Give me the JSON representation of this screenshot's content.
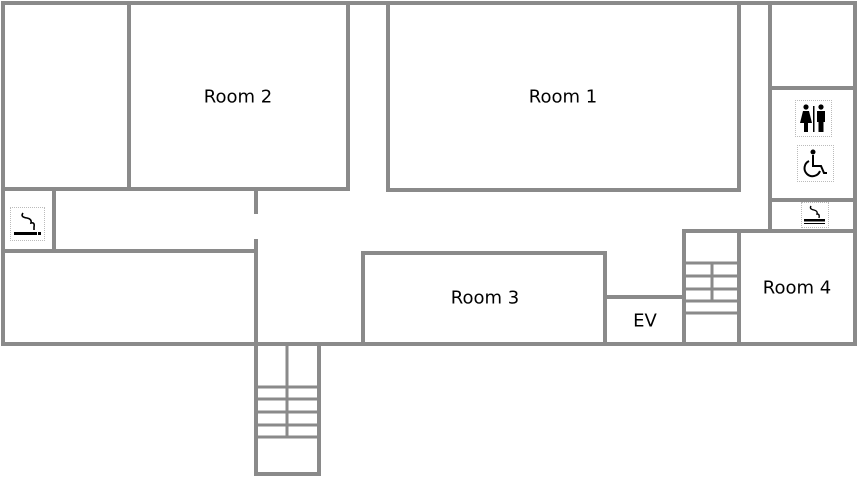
{
  "rooms": {
    "room1": "Room 1",
    "room2": "Room 2",
    "room3": "Room 3",
    "room4": "Room 4",
    "elevator": "EV"
  },
  "icons": [
    "restroom-icon",
    "wheelchair-icon",
    "smoking-area-icon"
  ],
  "colors": {
    "wall": "#8a8a8a"
  }
}
